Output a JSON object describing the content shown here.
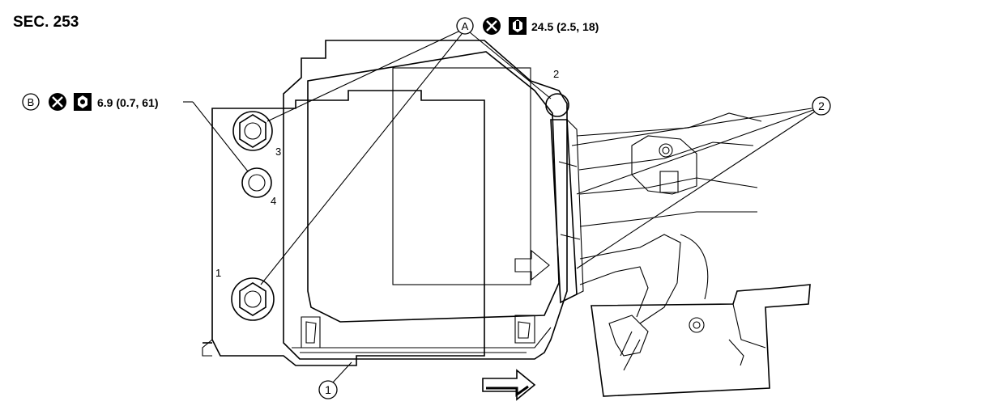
{
  "section_label": "SEC. 253",
  "callouts": {
    "A": {
      "letter": "A",
      "torque": "24.5 (2.5, 18)",
      "icons": [
        "replace-x-icon",
        "torque-bolt-icon"
      ]
    },
    "B": {
      "letter": "B",
      "torque": "6.9 (0.7, 61)",
      "icons": [
        "replace-x-icon",
        "torque-nut-icon"
      ]
    }
  },
  "part_numbers": {
    "module": "1",
    "connector": "2"
  },
  "tightening_order": {
    "bolt_1": "1",
    "bolt_2": "2",
    "bolt_3": "3",
    "bolt_4": "4"
  },
  "arrows": [
    "front-direction-arrow",
    "connector-insert-arrow"
  ]
}
